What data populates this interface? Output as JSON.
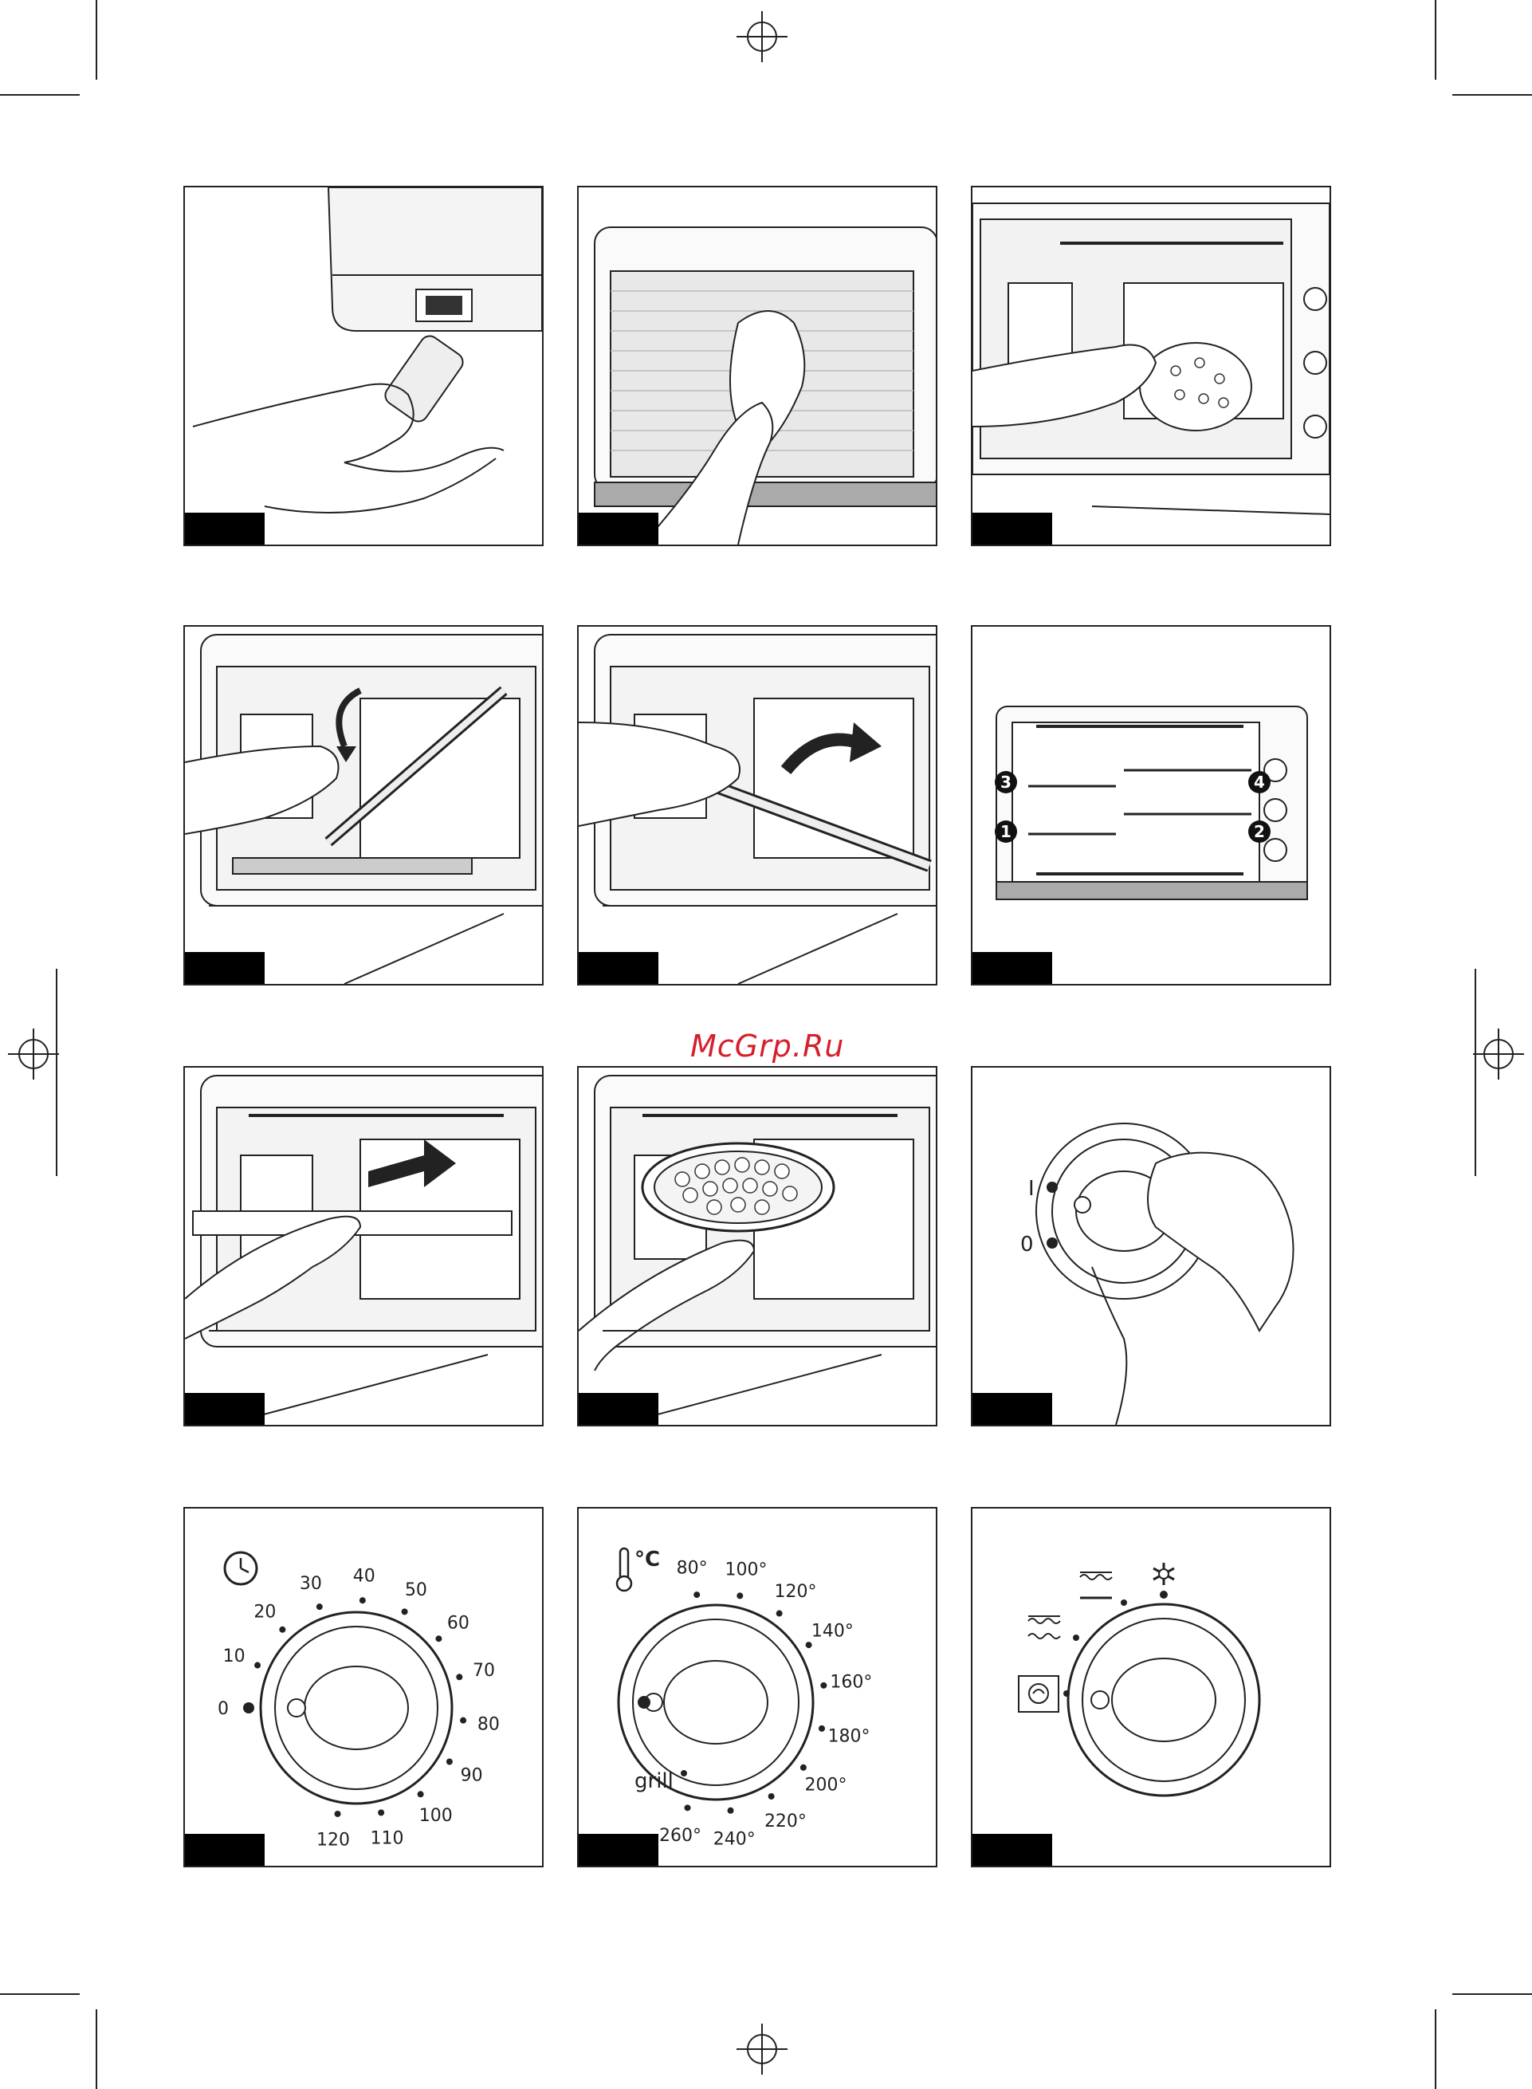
{
  "watermark": "McGrp.Ru",
  "panel_switch": {
    "label_on": "I",
    "label_off": "0"
  },
  "panel_timer": {
    "icon": "clock-icon",
    "marks": [
      "0",
      "10",
      "20",
      "30",
      "40",
      "50",
      "60",
      "70",
      "80",
      "90",
      "100",
      "110",
      "120"
    ]
  },
  "panel_temp": {
    "unit": "°C",
    "icon": "thermometer-icon",
    "marks": [
      "80°",
      "100°",
      "120°",
      "140°",
      "160°",
      "180°",
      "200°",
      "220°",
      "240°",
      "260°"
    ],
    "grill_label": "grill"
  },
  "panel_levels": {
    "numbers": [
      "3",
      "4",
      "1",
      "2"
    ]
  },
  "panel_mode": {
    "icons": [
      "top-heat-icon",
      "bottom-heat-icon",
      "convection-icon",
      "defrost-icon"
    ]
  }
}
